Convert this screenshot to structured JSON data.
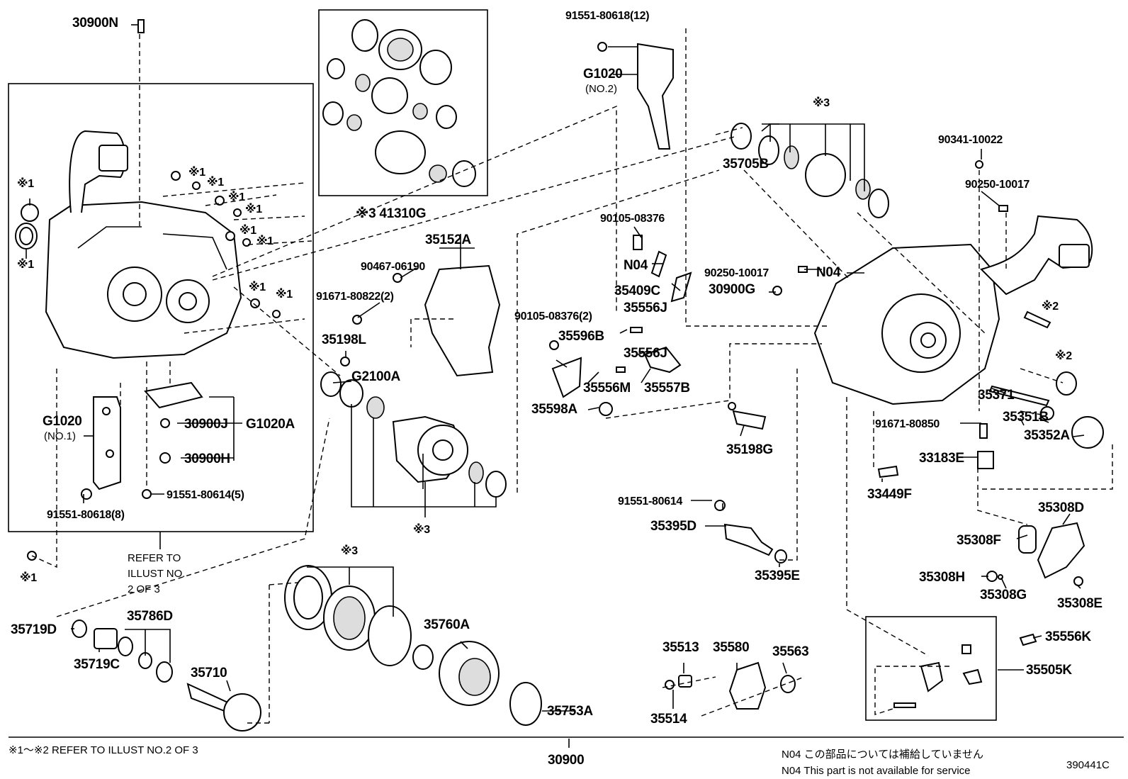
{
  "diagram_id": "390441C",
  "refer": {
    "line1": "REFER TO",
    "line2": "ILLUST NO.",
    "line3": "2 OF 3"
  },
  "footnote": "※1～※2 REFER TO ILLUST NO.2 OF 3",
  "main_part": "30900",
  "legend": {
    "jp": "N04  この部品については補給していません",
    "en": "N04  This part is not available for service"
  },
  "labels": {
    "p30900N": "30900N",
    "p41310G": "※3 41310G",
    "p91551_80618_12": "91551-80618(12)",
    "pG1020_no2": "G1020",
    "pNo2": "(NO.2)",
    "p35705B": "35705B",
    "pRef3_top": "※3",
    "p90341": "90341-10022",
    "p90250_a": "90250-10017",
    "p90250_b": "90250-10017",
    "pN04_main": "N04",
    "p30900G": "30900G",
    "p90105_a": "90105-08376",
    "pN04_small": "N04",
    "p35409C": "35409C",
    "p35556J_a": "35556J",
    "p35556J_b": "35556J",
    "p90105_b": "90105-08376(2)",
    "p35596B": "35596B",
    "p35556M": "35556M",
    "p35557B": "35557B",
    "p35598A": "35598A",
    "p35152A": "35152A",
    "p90467": "90467-06190",
    "p91671_80822": "91671-80822(2)",
    "p35198L": "35198L",
    "pG2100A": "G2100A",
    "pRef3_mid": "※3",
    "pG1020_no1": "G1020",
    "pNo1": "(NO.1)",
    "p30900J": "30900J",
    "p30900H": "30900H",
    "pG1020A": "G1020A",
    "p91551_80614_5": "91551-80614(5)",
    "p91551_80618_8": "91551-80618(8)",
    "p35198G": "35198G",
    "p91551_80614": "91551-80614",
    "p35395D": "35395D",
    "p35395E": "35395E",
    "p35371": "35371",
    "p35351B": "35351B",
    "p35352A": "35352A",
    "p91671_80850": "91671-80850",
    "p33183E": "33183E",
    "p33449F": "33449F",
    "p35308D": "35308D",
    "p35308F": "35308F",
    "p35308H": "35308H",
    "p35308G": "35308G",
    "p35308E": "35308E",
    "p35719D": "35719D",
    "p35786D": "35786D",
    "p35719C": "35719C",
    "p35710": "35710",
    "pRef3_bot": "※3",
    "p35760A": "35760A",
    "p35753A": "35753A",
    "p35513": "35513",
    "p35580": "35580",
    "p35563": "35563",
    "p35514": "35514",
    "p35556K": "35556K",
    "p35505K": "35505K",
    "pRef1_a": "※1",
    "pRef1_b": "※1",
    "pRef1_c": "※1",
    "pRef1_d": "※1",
    "pRef1_e": "※1",
    "pRef1_f": "※1",
    "pRef1_g": "※1",
    "pRef1_h": "※1",
    "pRef1_i": "※1",
    "pRef1_j": "※1",
    "pRef1_k": "※1",
    "pRef1_l": "※1",
    "pRef2_a": "※2",
    "pRef2_b": "※2"
  }
}
